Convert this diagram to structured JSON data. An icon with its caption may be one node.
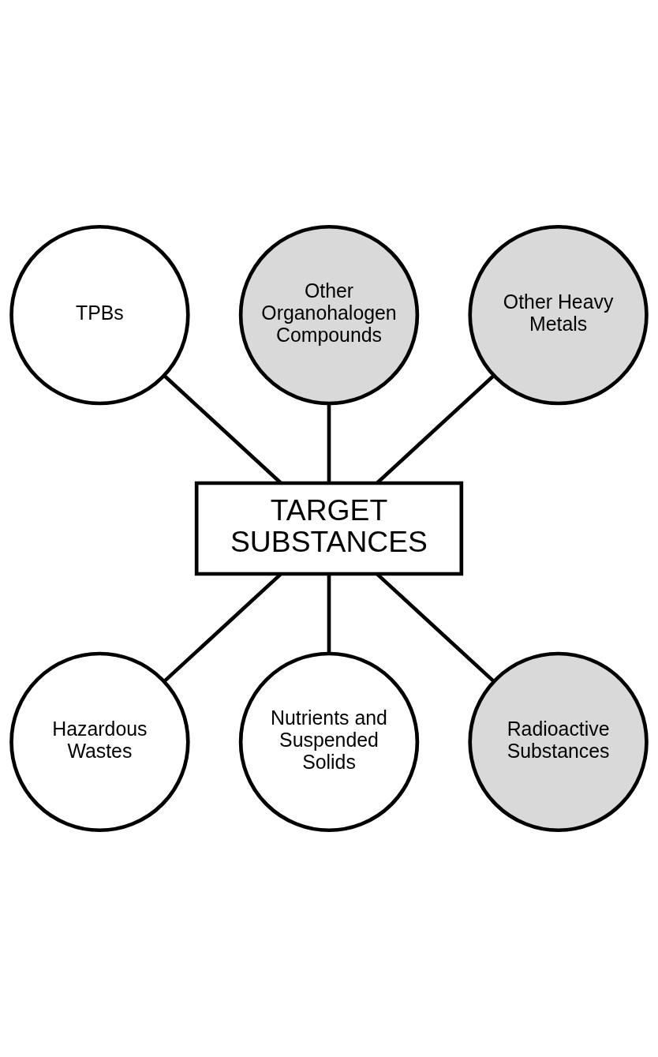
{
  "diagram": {
    "nodes": [
      {
        "text": [
          "TPBs"
        ]
      },
      {
        "text": [
          "Other Organohalogen Compounds"
        ]
      },
      {
        "text": [
          "Other Heavy Metals"
        ]
      },
      {
        "text": [
          "TARGET SUBSTANCES"
        ]
      },
      {
        "text": [
          "Hazardous Wastes"
        ]
      },
      {
        "text": [
          "Nutrients and Suspended Solids"
        ]
      },
      {
        "text": [
          "Radioactive Substances"
        ]
      }
    ],
    "edges": [
      {
        "from": 0,
        "to": 3,
        "arrow": "none"
      },
      {
        "from": 1,
        "to": 3,
        "arrow": "none"
      },
      {
        "from": 2,
        "to": 3,
        "arrow": "none"
      },
      {
        "from": 3,
        "to": 4,
        "arrow": "none"
      },
      {
        "from": 3,
        "to": 5,
        "arrow": "none"
      },
      {
        "from": 3,
        "to": 6,
        "arrow": "none"
      }
    ]
  }
}
